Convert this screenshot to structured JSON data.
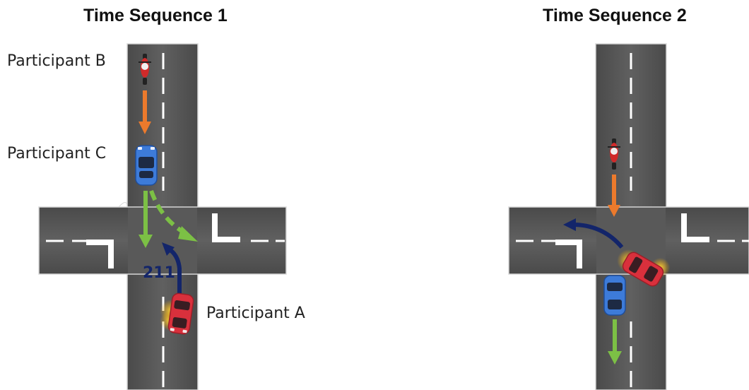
{
  "panels": [
    {
      "title": "Time Sequence 1",
      "labels": {
        "participant_b": "Participant B",
        "participant_c": "Participant C",
        "participant_a": "Participant A",
        "number": "211"
      }
    },
    {
      "title": "Time Sequence 2"
    }
  ],
  "colors": {
    "road": "#5a5a5a",
    "lane_marking": "#ffffff",
    "arrow_orange": "#ec7a2c",
    "arrow_green": "#7cc045",
    "arrow_blue": "#13256a",
    "car_red": "#d9303c",
    "car_blue": "#3d7bd9",
    "indicator": "#f4b41a"
  }
}
